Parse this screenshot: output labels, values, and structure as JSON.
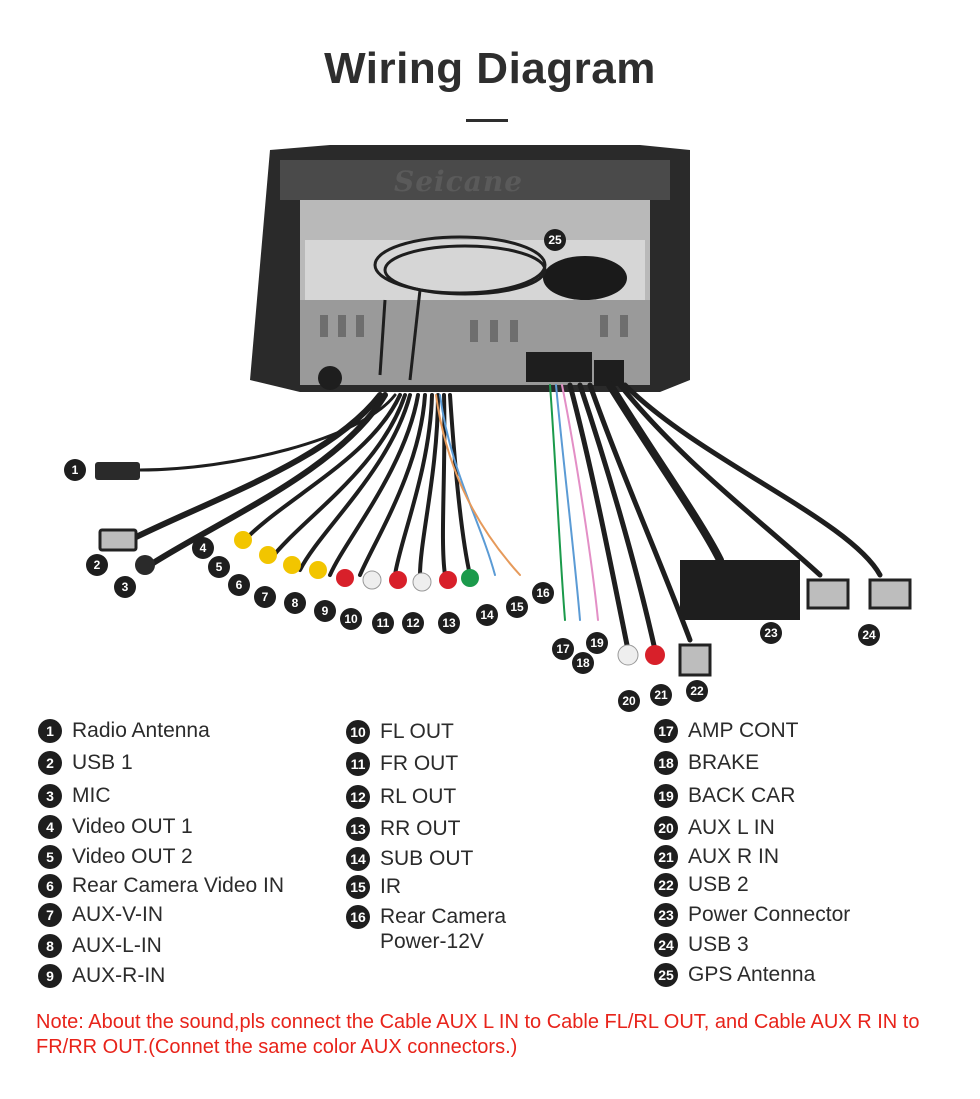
{
  "title": "Wiring Diagram",
  "brand": "Seicane",
  "legend": [
    {
      "num": "1",
      "label": "Radio Antenna"
    },
    {
      "num": "2",
      "label": "USB 1"
    },
    {
      "num": "3",
      "label": "MIC"
    },
    {
      "num": "4",
      "label": "Video OUT 1"
    },
    {
      "num": "5",
      "label": "Video OUT 2"
    },
    {
      "num": "6",
      "label": "Rear Camera Video IN"
    },
    {
      "num": "7",
      "label": "AUX-V-IN"
    },
    {
      "num": "8",
      "label": "AUX-L-IN"
    },
    {
      "num": "9",
      "label": "AUX-R-IN"
    },
    {
      "num": "10",
      "label": "FL OUT"
    },
    {
      "num": "11",
      "label": "FR OUT"
    },
    {
      "num": "12",
      "label": "RL OUT"
    },
    {
      "num": "13",
      "label": "RR OUT"
    },
    {
      "num": "14",
      "label": "SUB OUT"
    },
    {
      "num": "15",
      "label": "IR"
    },
    {
      "num": "16",
      "label": "Rear Camera\nPower-12V"
    },
    {
      "num": "17",
      "label": "AMP CONT"
    },
    {
      "num": "18",
      "label": "BRAKE"
    },
    {
      "num": "19",
      "label": "BACK CAR"
    },
    {
      "num": "20",
      "label": "AUX L IN"
    },
    {
      "num": "21",
      "label": "AUX R IN"
    },
    {
      "num": "22",
      "label": "USB 2"
    },
    {
      "num": "23",
      "label": "Power Connector"
    },
    {
      "num": "24",
      "label": "USB 3"
    },
    {
      "num": "25",
      "label": "GPS Antenna"
    }
  ],
  "note": "Note: About the sound,pls connect the Cable AUX L IN to Cable FL/RL OUT, and Cable AUX R IN to  FR/RR OUT.(Connet the same color AUX connectors.)",
  "colors": {
    "note": "#e8231a",
    "badge": "#1e1e1e",
    "title": "#2e2e2e",
    "rca_yellow": "#f2c500",
    "rca_red": "#d8202a",
    "rca_white": "#eeeeee",
    "rca_green": "#1b9a4b"
  }
}
